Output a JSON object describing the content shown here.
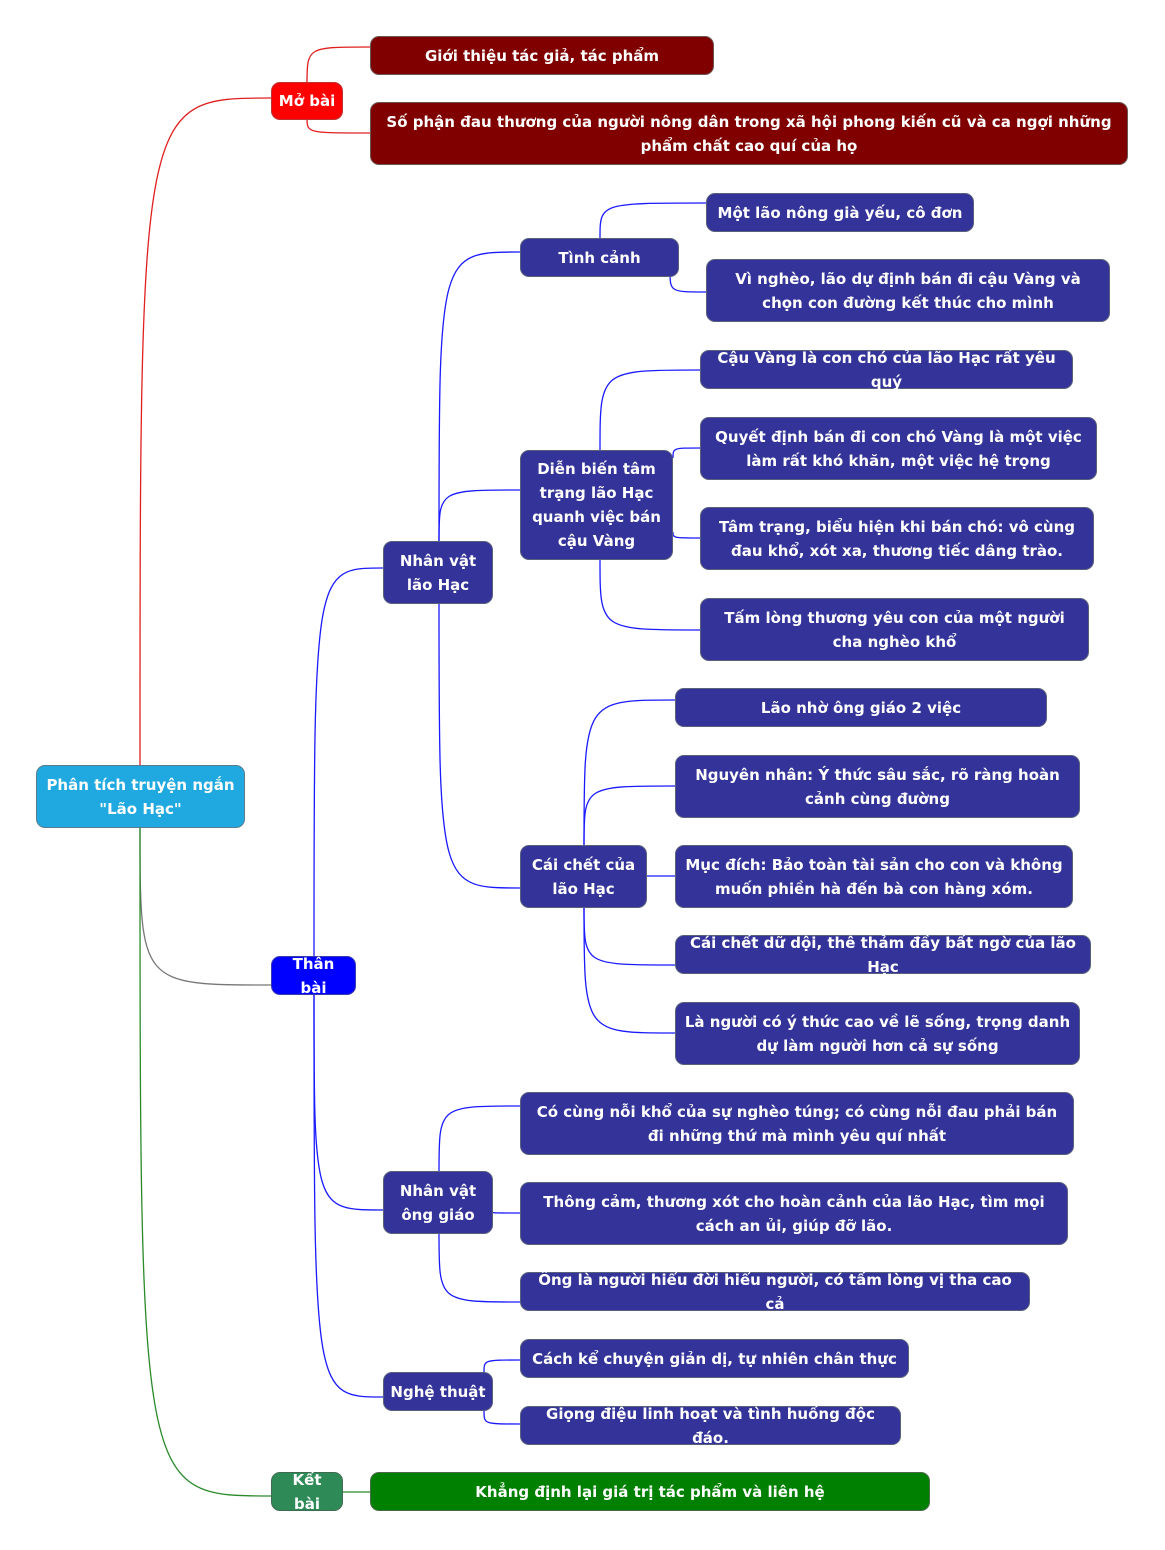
{
  "root": {
    "label": "Phân tích truyện ngắn \"Lão Hạc\""
  },
  "mo_bai": {
    "label": "Mở bài",
    "items": [
      "Giới thiệu tác giả, tác phẩm",
      "Số phận đau thương của người nông dân trong xã hội phong kiến cũ và ca ngợi những phẩm chất cao quí của họ"
    ]
  },
  "than_bai": {
    "label": "Thân bài",
    "lao_hac": {
      "label": "Nhân vật lão Hạc",
      "tinh_canh": {
        "label": "Tình cảnh",
        "items": [
          "Một lão nông già yếu, cô đơn",
          "Vì nghèo, lão dự định bán đi cậu Vàng và chọn con đường kết thúc cho mình"
        ]
      },
      "dien_bien": {
        "label": "Diễn biến tâm trạng lão Hạc quanh việc bán cậu Vàng",
        "items": [
          "Cậu Vàng là con chó của lão Hạc rất yêu quý",
          "Quyết định bán đi con chó Vàng là một việc làm rất khó khăn, một việc hệ trọng",
          "Tâm trạng, biểu hiện khi bán chó: vô cùng đau khổ, xót xa, thương tiếc dâng trào.",
          "Tấm lòng thương yêu con của một người cha nghèo khổ"
        ]
      },
      "cai_chet": {
        "label": "Cái chết của lão Hạc",
        "items": [
          "Lão nhờ ông giáo 2 việc",
          "Nguyên nhân: Ý thức sâu sắc, rõ ràng hoàn cảnh cùng đường",
          "Mục đích: Bảo toàn tài sản cho con và không muốn phiền hà đến bà con hàng xóm.",
          "Cái chết dữ dội, thê thảm đầy bất ngờ của lão Hạc",
          "Là người có ý thức cao về lẽ sống, trọng danh dự làm người hơn cả sự sống"
        ]
      }
    },
    "ong_giao": {
      "label": "Nhân vật ông giáo",
      "items": [
        "Có cùng nỗi khổ của sự nghèo túng; có cùng nỗi đau phải bán đi những thứ mà mình yêu quí nhất",
        "Thông cảm, thương xót cho hoàn cảnh của lão Hạc, tìm mọi cách an ủi, giúp đỡ lão.",
        "Ông là người hiểu đời hiểu người, có tấm lòng vị tha cao cả"
      ]
    },
    "nghe_thuat": {
      "label": "Nghệ thuật",
      "items": [
        "Cách kể chuyện giản dị, tự nhiên chân thực",
        "Giọng điệu linh hoạt và tình huống độc đáo."
      ]
    }
  },
  "ket_bai": {
    "label": "Kết bài",
    "items": [
      "Khẳng định lại giá trị tác phẩm và liên hệ"
    ]
  },
  "colors": {
    "root": "#20a9e0",
    "mo_bai": "#ff0000",
    "mo_bai_items": "#800000",
    "than_bai": "#0000ff",
    "than_bai_items": "#333399",
    "ket_bai": "#2e8b57",
    "ket_bai_items": "#008000",
    "link_mo": "#e02020",
    "link_than": "#777777",
    "link_ket": "#2a8a2a",
    "link_blue": "#1a1aff"
  }
}
